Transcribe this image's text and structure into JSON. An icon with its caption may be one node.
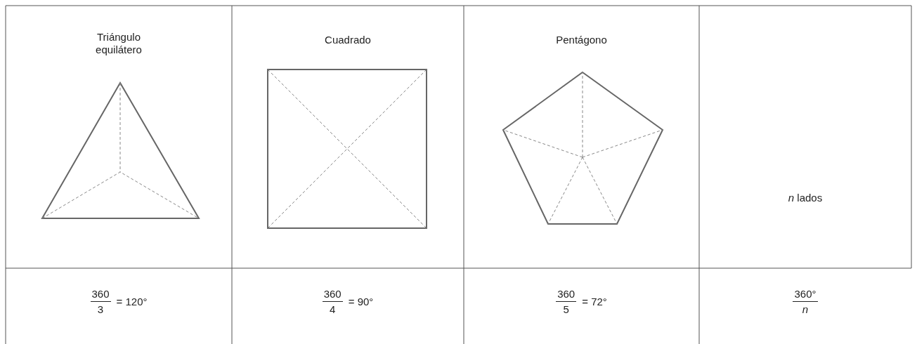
{
  "diagram": {
    "labels": [
      "Triángulo equilátero",
      "Cuadrado",
      "Pentágono",
      "*n* lados",
      "360",
      "3",
      "= 120°",
      "360",
      "4",
      "= 90°",
      "360",
      "5",
      "= 72°",
      "360°",
      "n"
    ]
  }
}
